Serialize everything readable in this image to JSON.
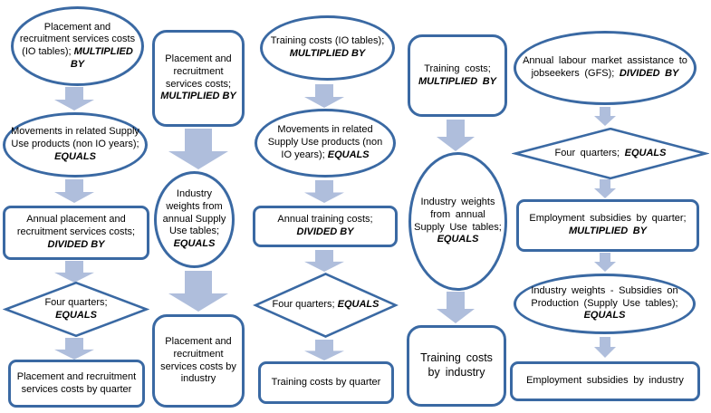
{
  "colors": {
    "shape_border": "#3A69A3",
    "arrow_fill": "#AFBEDC",
    "text": "#000000",
    "background": "#FFFFFF"
  },
  "diagram": {
    "columns": [
      {
        "nodes": [
          {
            "shape": "ellipse",
            "text": "Placement and recruitment services costs (IO tables); ",
            "operator": "MULTIPLIED  BY"
          },
          {
            "shape": "ellipse",
            "text": "Movements in related Supply Use products (non IO years); ",
            "operator": "EQUALS"
          },
          {
            "shape": "rounded-rectangle",
            "text": "Annual placement and recruitment services costs; ",
            "operator": "DIVIDED BY"
          },
          {
            "shape": "diamond",
            "text": "Four quarters; ",
            "operator": "EQUALS"
          },
          {
            "shape": "rounded-rectangle",
            "text": "Placement and recruitment services costs by quarter",
            "operator": ""
          }
        ]
      },
      {
        "nodes": [
          {
            "shape": "rounded-rectangle",
            "text": "Placement and recruitment services costs; ",
            "operator": "MULTIPLIED BY"
          },
          {
            "shape": "ellipse",
            "text": "Industry weights from annual Supply Use tables; ",
            "operator": "EQUALS"
          },
          {
            "shape": "rounded-rectangle",
            "text": "Placement and recruitment services costs by industry",
            "operator": ""
          }
        ]
      },
      {
        "nodes": [
          {
            "shape": "ellipse",
            "text": "Training costs (IO tables); ",
            "operator": "MULTIPLIED BY"
          },
          {
            "shape": "ellipse",
            "text": "Movements in related Supply Use products (non IO years); ",
            "operator": "EQUALS"
          },
          {
            "shape": "rounded-rectangle",
            "text": "Annual training costs; ",
            "operator": "DIVIDED BY"
          },
          {
            "shape": "diamond",
            "text": "Four quarters; ",
            "operator": "EQUALS"
          },
          {
            "shape": "rounded-rectangle",
            "text": "Training costs by quarter",
            "operator": ""
          }
        ]
      },
      {
        "nodes": [
          {
            "shape": "rounded-rectangle",
            "text": "Training costs; ",
            "operator": "MULTIPLIED BY"
          },
          {
            "shape": "ellipse",
            "text": "Industry weights from annual Supply Use tables; ",
            "operator": "EQUALS"
          },
          {
            "shape": "rounded-rectangle",
            "text": "Training costs by industry",
            "operator": ""
          }
        ]
      },
      {
        "nodes": [
          {
            "shape": "ellipse",
            "text": "Annual labour market assistance to jobseekers (GFS); ",
            "operator": "DIVIDED BY"
          },
          {
            "shape": "diamond",
            "text": "Four quarters; ",
            "operator": "EQUALS"
          },
          {
            "shape": "rounded-rectangle",
            "text": "Employment subsidies by quarter; ",
            "operator": "MULTIPLIED BY"
          },
          {
            "shape": "ellipse",
            "text": "Industry weights - Subsidies on Production (Supply Use tables); ",
            "operator": "EQUALS"
          },
          {
            "shape": "rounded-rectangle",
            "text": "Employment subsidies by industry",
            "operator": ""
          }
        ]
      }
    ]
  }
}
